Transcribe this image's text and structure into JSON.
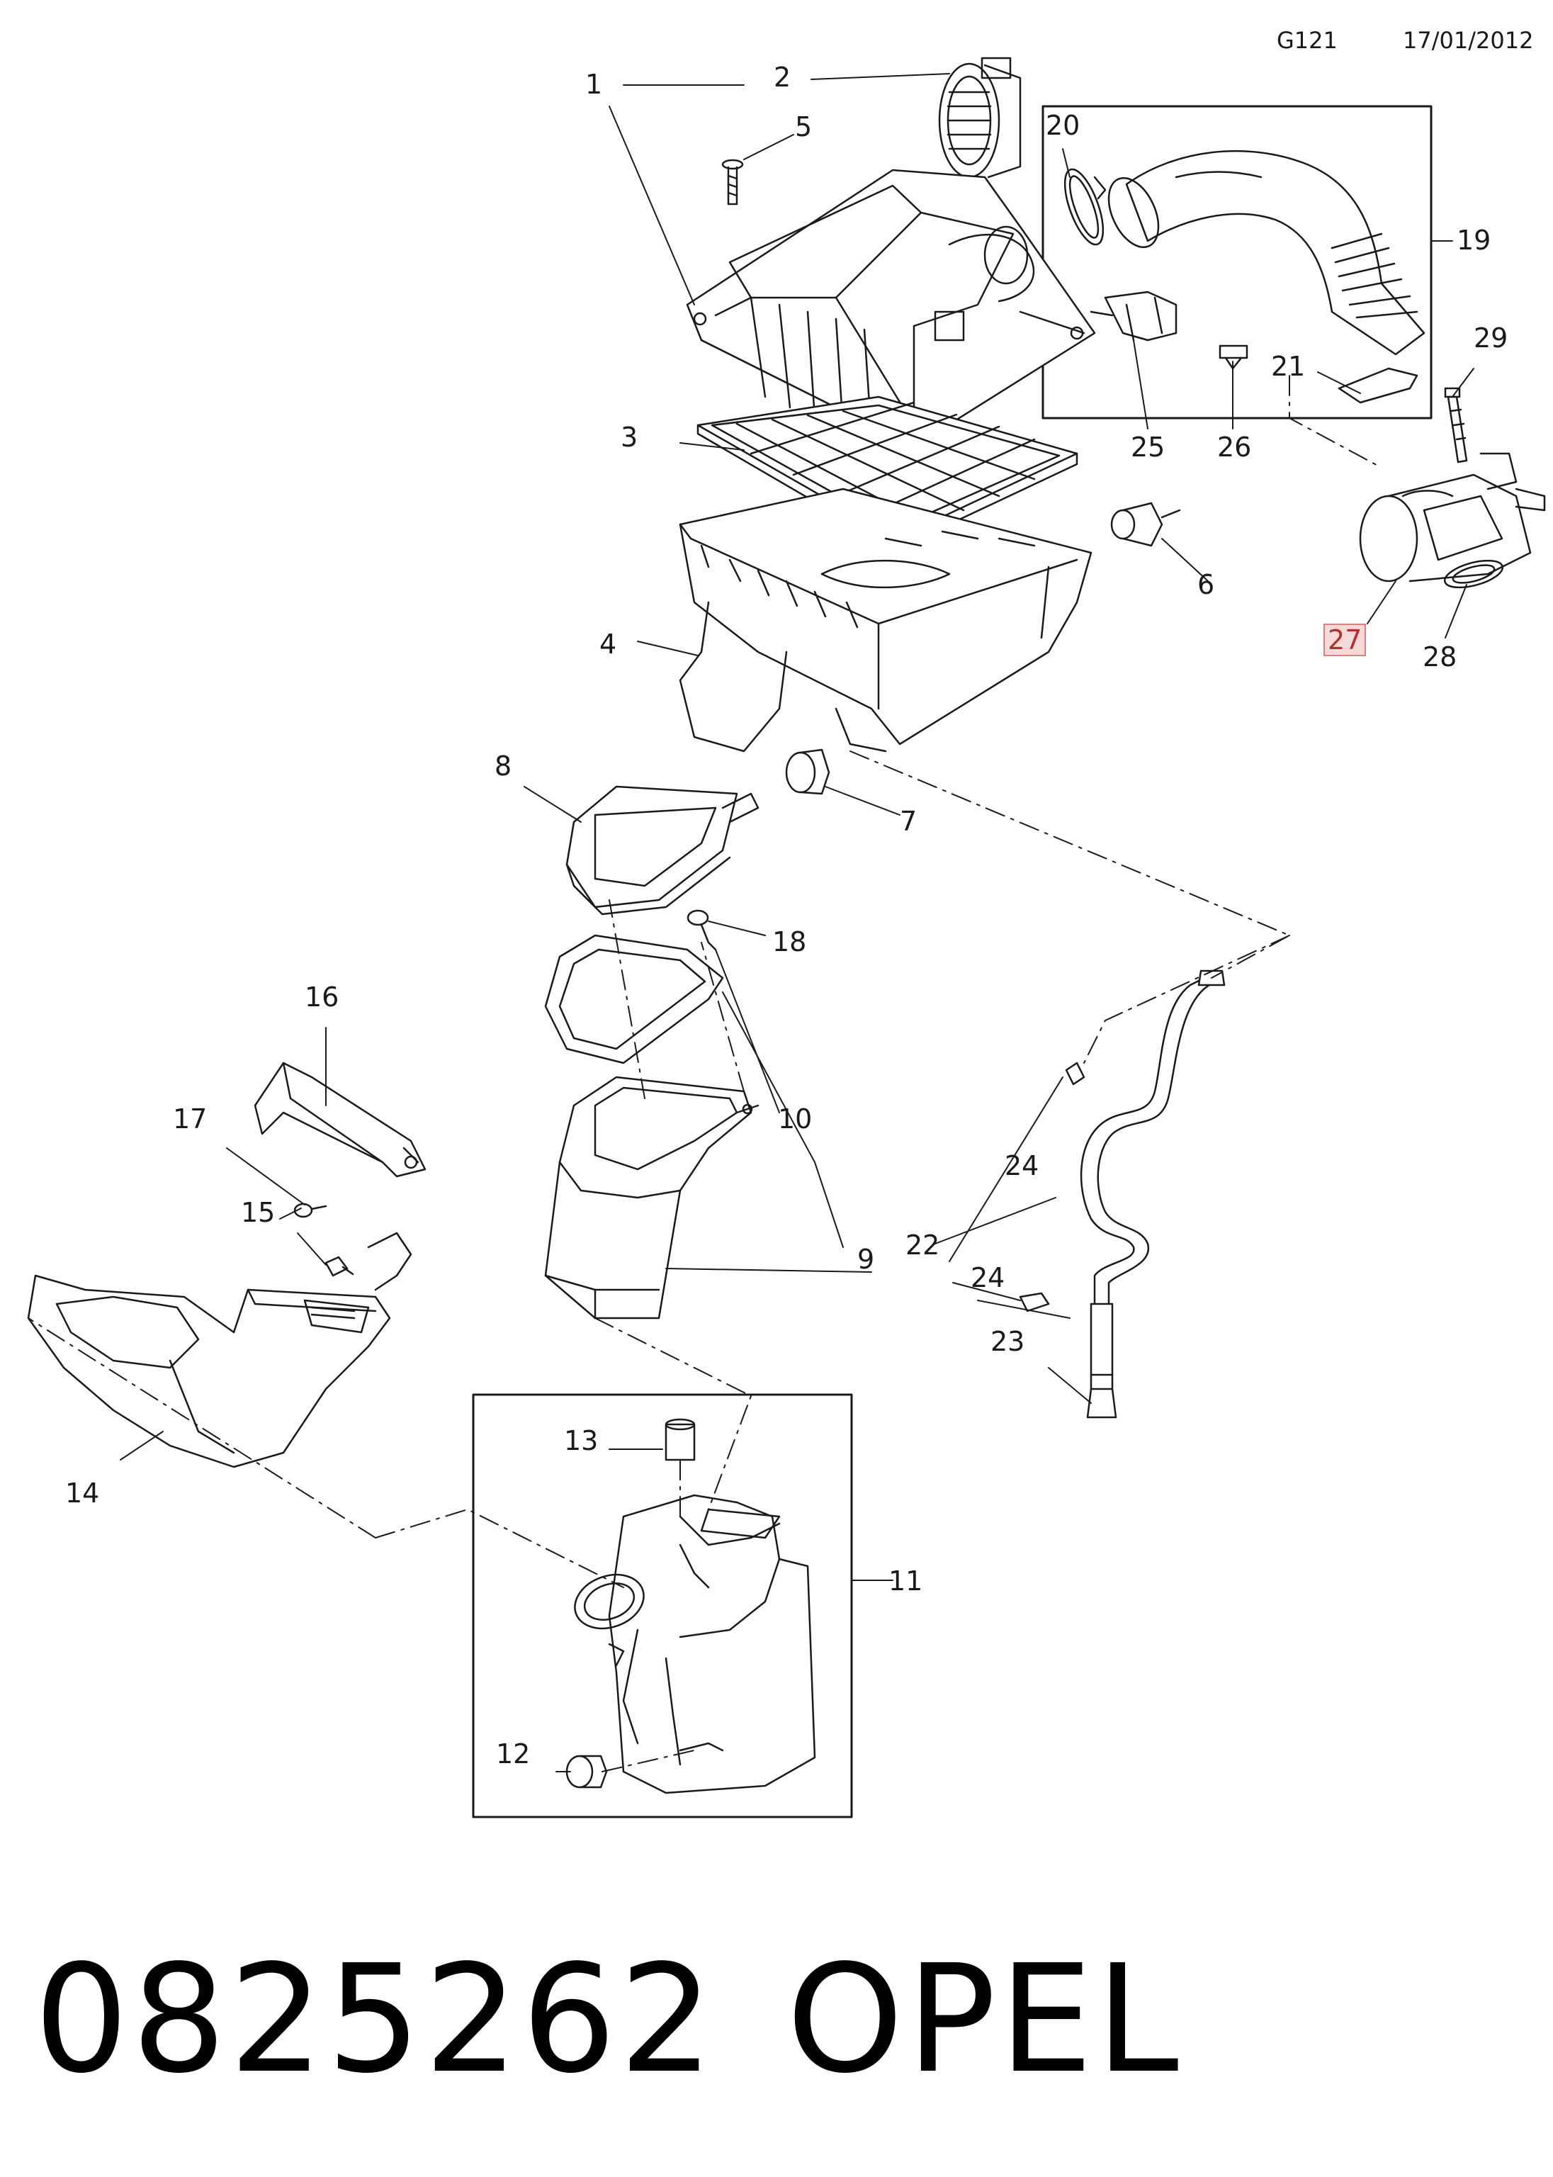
{
  "header": {
    "code": "G121",
    "date": "17/01/2012"
  },
  "footer": {
    "part_number": "0825262",
    "brand": "OPEL"
  },
  "callouts": [
    {
      "id": "c1",
      "text": "1"
    },
    {
      "id": "c2",
      "text": "2"
    },
    {
      "id": "c3",
      "text": "3"
    },
    {
      "id": "c4",
      "text": "4"
    },
    {
      "id": "c5",
      "text": "5"
    },
    {
      "id": "c6",
      "text": "6"
    },
    {
      "id": "c7",
      "text": "7"
    },
    {
      "id": "c8",
      "text": "8"
    },
    {
      "id": "c9",
      "text": "9"
    },
    {
      "id": "c10",
      "text": "10"
    },
    {
      "id": "c11",
      "text": "11"
    },
    {
      "id": "c12",
      "text": "12"
    },
    {
      "id": "c13",
      "text": "13"
    },
    {
      "id": "c14",
      "text": "14"
    },
    {
      "id": "c15",
      "text": "15"
    },
    {
      "id": "c16",
      "text": "16"
    },
    {
      "id": "c17",
      "text": "17"
    },
    {
      "id": "c18",
      "text": "18"
    },
    {
      "id": "c19",
      "text": "19"
    },
    {
      "id": "c20",
      "text": "20"
    },
    {
      "id": "c21",
      "text": "21"
    },
    {
      "id": "c22",
      "text": "22"
    },
    {
      "id": "c23",
      "text": "23"
    },
    {
      "id": "c24a",
      "text": "24"
    },
    {
      "id": "c24b",
      "text": "24"
    },
    {
      "id": "c25",
      "text": "25"
    },
    {
      "id": "c26",
      "text": "26"
    },
    {
      "id": "c27",
      "text": "27"
    },
    {
      "id": "c28",
      "text": "28"
    },
    {
      "id": "c29",
      "text": "29"
    }
  ],
  "highlight_color": "#d88080"
}
